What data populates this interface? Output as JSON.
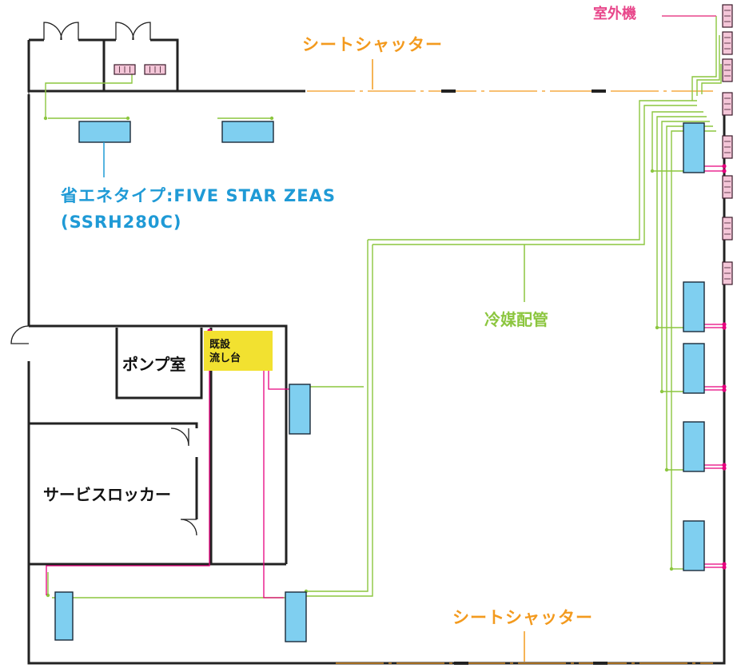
{
  "labels": {
    "outdoor_unit": "室外機",
    "sheet_shutter_top": "シートシャッター",
    "sheet_shutter_bottom": "シートシャッター",
    "indoor_model_line1": "省エネタイプ:FIVE STAR ZEAS",
    "indoor_model_line2": "(SSRH280C)",
    "refrigerant_piping": "冷媒配管",
    "pump_room": "ポンプ室",
    "sink_line1": "既設",
    "sink_line2": "流し台",
    "service_locker": "サービスロッカー"
  },
  "colors": {
    "wall": "#222222",
    "refrigerant_pipe": "#8cc63f",
    "drain_pipe": "#e6007e",
    "indoor_unit": "#7fcff0",
    "outdoor_unit": "#f4c6d8",
    "shutter_label": "#f39a1e",
    "model_label": "#1f9ad6",
    "sink_fill": "#f2e130"
  }
}
